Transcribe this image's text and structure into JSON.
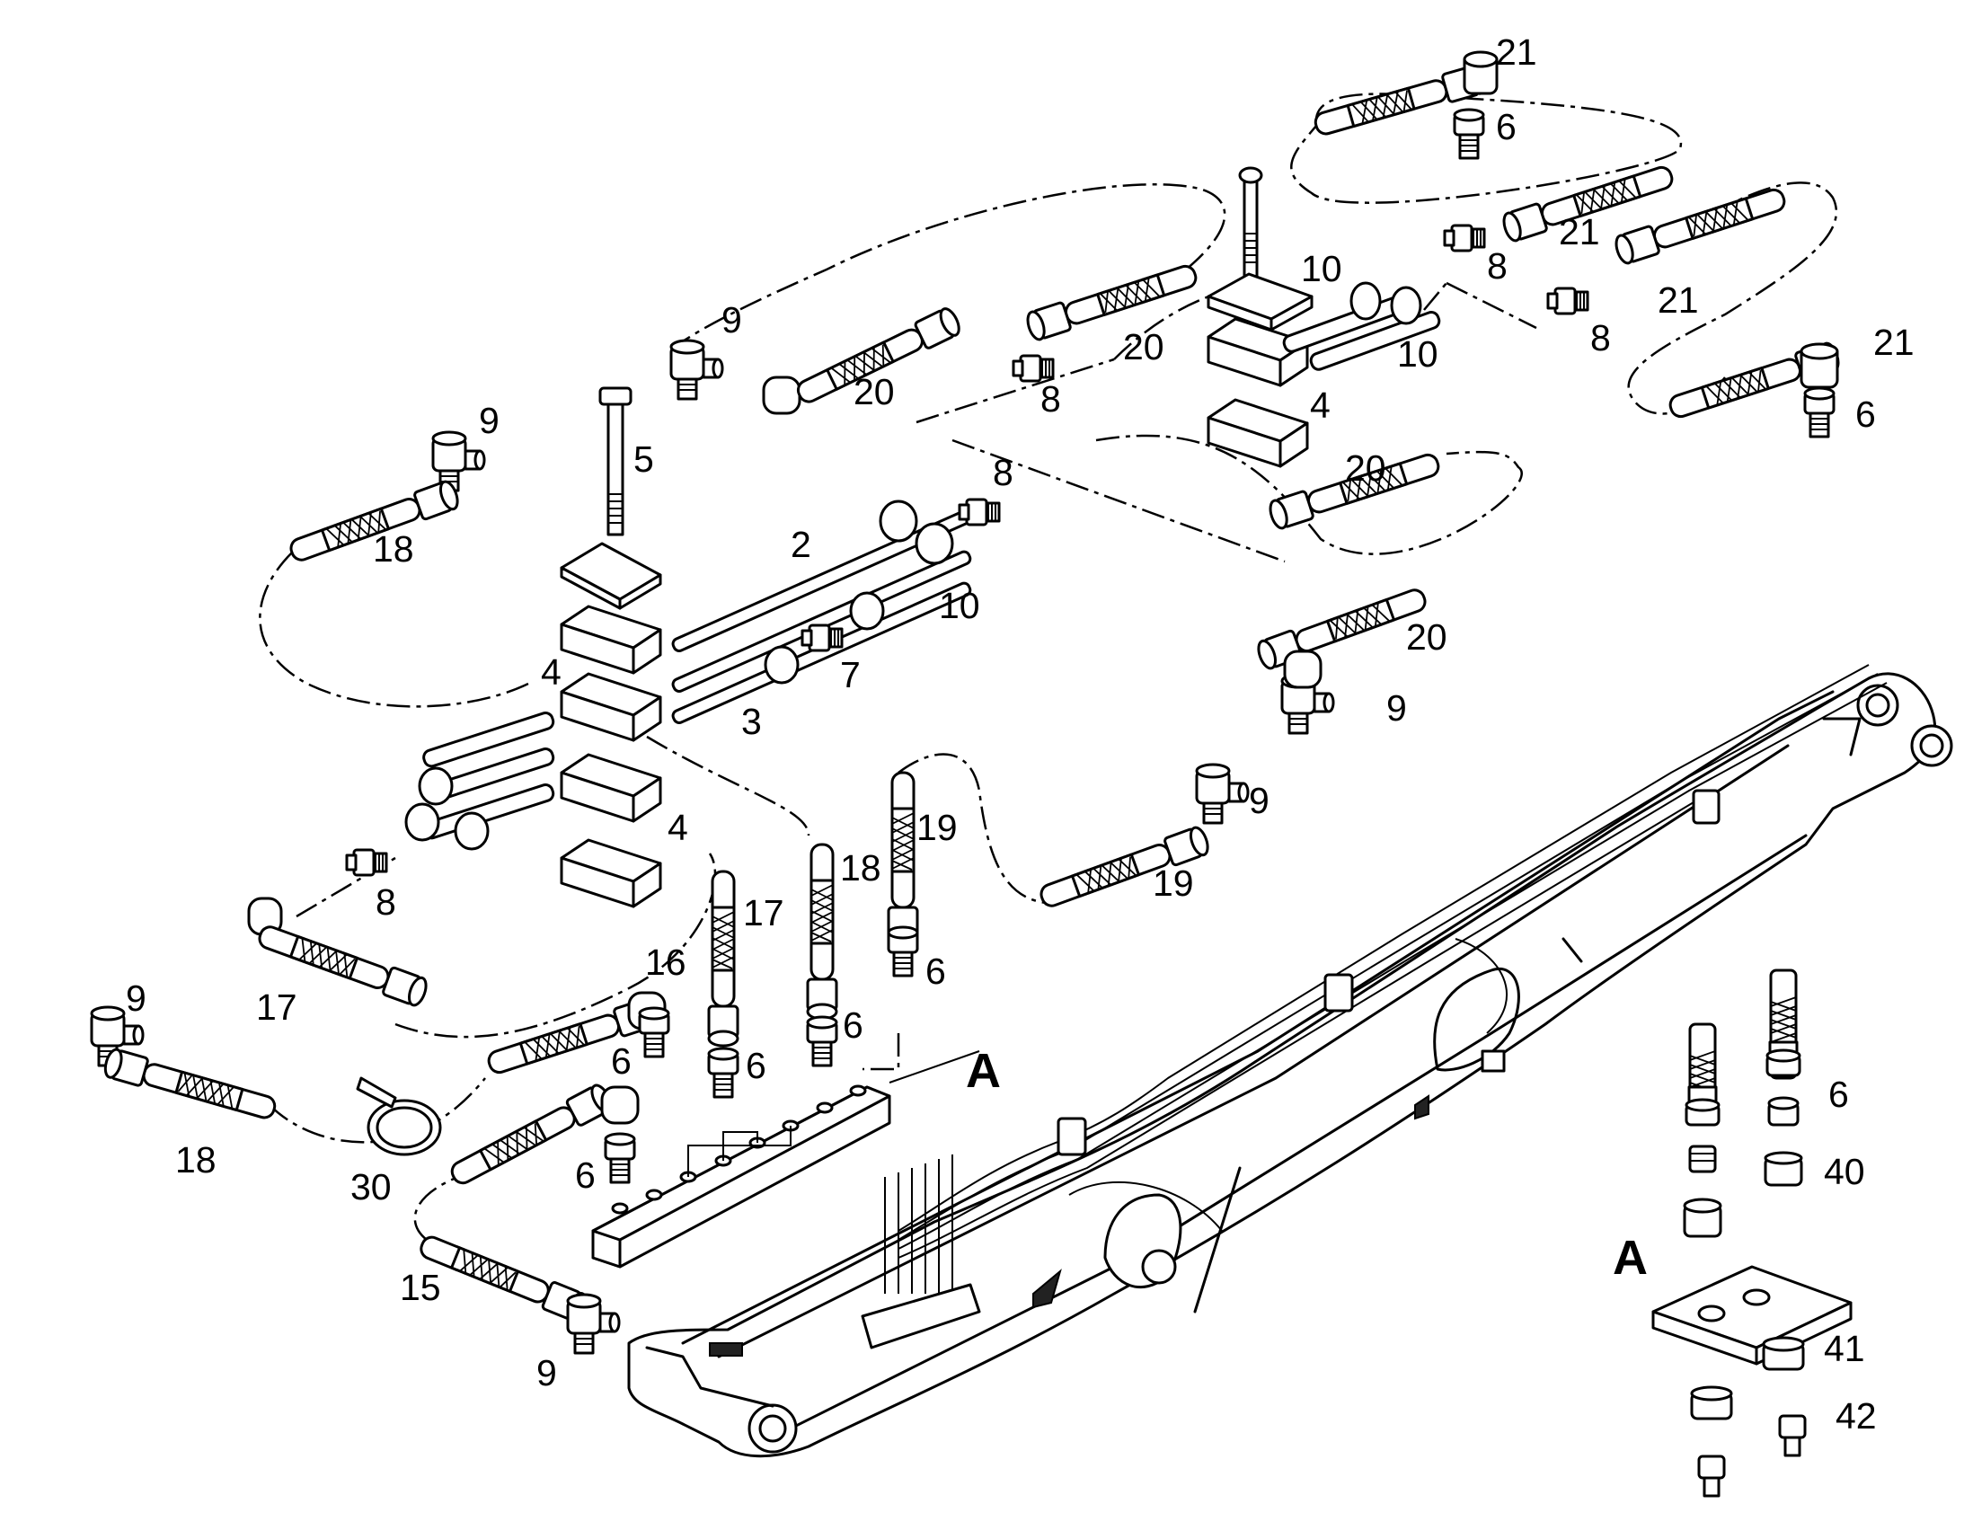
{
  "callouts": [
    {
      "id": "c01",
      "text": "21"
    },
    {
      "id": "c02",
      "text": "6"
    },
    {
      "id": "c03",
      "text": "21"
    },
    {
      "id": "c04",
      "text": "8"
    },
    {
      "id": "c05",
      "text": "10"
    },
    {
      "id": "c06",
      "text": "21"
    },
    {
      "id": "c07",
      "text": "8"
    },
    {
      "id": "c08",
      "text": "21"
    },
    {
      "id": "c09",
      "text": "6"
    },
    {
      "id": "c10",
      "text": "10"
    },
    {
      "id": "c11",
      "text": "9"
    },
    {
      "id": "c12",
      "text": "20"
    },
    {
      "id": "c13",
      "text": "20"
    },
    {
      "id": "c14",
      "text": "8"
    },
    {
      "id": "c15",
      "text": "4"
    },
    {
      "id": "c16",
      "text": "9"
    },
    {
      "id": "c17",
      "text": "5"
    },
    {
      "id": "c18",
      "text": "18"
    },
    {
      "id": "c19",
      "text": "8"
    },
    {
      "id": "c20",
      "text": "20"
    },
    {
      "id": "c21",
      "text": "2"
    },
    {
      "id": "c22",
      "text": "10"
    },
    {
      "id": "c23",
      "text": "20"
    },
    {
      "id": "c24",
      "text": "4"
    },
    {
      "id": "c25",
      "text": "7"
    },
    {
      "id": "c26",
      "text": "3"
    },
    {
      "id": "c27",
      "text": "9"
    },
    {
      "id": "c28",
      "text": "19"
    },
    {
      "id": "c29",
      "text": "4"
    },
    {
      "id": "c30",
      "text": "9"
    },
    {
      "id": "c31",
      "text": "18"
    },
    {
      "id": "c32",
      "text": "19"
    },
    {
      "id": "c33",
      "text": "17"
    },
    {
      "id": "c34",
      "text": "8"
    },
    {
      "id": "c35",
      "text": "6"
    },
    {
      "id": "c36",
      "text": "16"
    },
    {
      "id": "c37",
      "text": "17"
    },
    {
      "id": "c38",
      "text": "9"
    },
    {
      "id": "c39",
      "text": "6"
    },
    {
      "id": "c40",
      "text": "6"
    },
    {
      "id": "c41",
      "text": "6"
    },
    {
      "id": "c42",
      "text": "A"
    },
    {
      "id": "c43",
      "text": "18"
    },
    {
      "id": "c44",
      "text": "30"
    },
    {
      "id": "c45",
      "text": "6"
    },
    {
      "id": "c46",
      "text": "6"
    },
    {
      "id": "c47",
      "text": "40"
    },
    {
      "id": "c48",
      "text": "15"
    },
    {
      "id": "c49",
      "text": "A"
    },
    {
      "id": "c50",
      "text": "9"
    },
    {
      "id": "c51",
      "text": "41"
    },
    {
      "id": "c52",
      "text": "42"
    }
  ]
}
